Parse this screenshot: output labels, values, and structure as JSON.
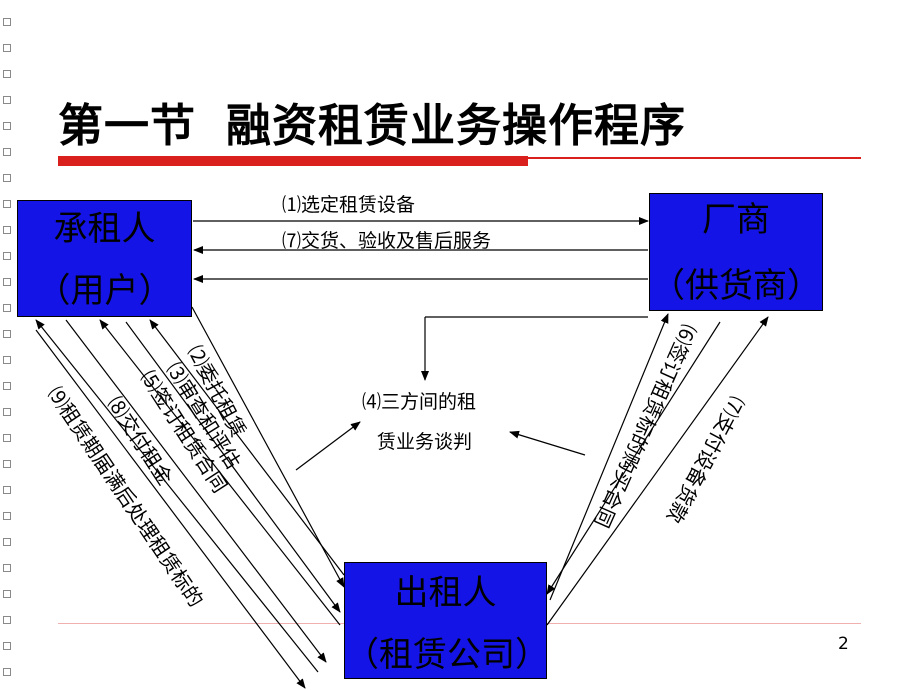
{
  "title": {
    "part1": "第一节",
    "part2": "融资租赁业务操作程序"
  },
  "boxes": {
    "lessee": {
      "line1": "承租人",
      "line2": "（用户）"
    },
    "supplier": {
      "line1": "厂商",
      "line2": "（供货商）"
    },
    "lessor": {
      "line1": "出租人",
      "line2": "（租赁公司）"
    }
  },
  "center": {
    "line1": "⑷三方间的租",
    "line2": "赁业务谈判"
  },
  "labels": {
    "select_equipment": "⑴选定租赁设备",
    "delivery_service": "⑺交货、验收及售后服务",
    "entrust_lease": "⑵委托租赁",
    "review_assess": "⑶审查和评估",
    "sign_lease_contract": "⑸签订租赁合同",
    "pay_rent": "⑻交付租金",
    "lease_end_disposal": "⑼租赁期届满后处理租赁标的",
    "sign_purchase_contract": "⑹签订租赁标的购买合同",
    "pay_equipment": "⑺支付设备货款"
  },
  "page_number": "2",
  "colors": {
    "box_fill": "#1414e6",
    "title_bar": "#d9201c",
    "bullet": "#8a8a8a"
  }
}
